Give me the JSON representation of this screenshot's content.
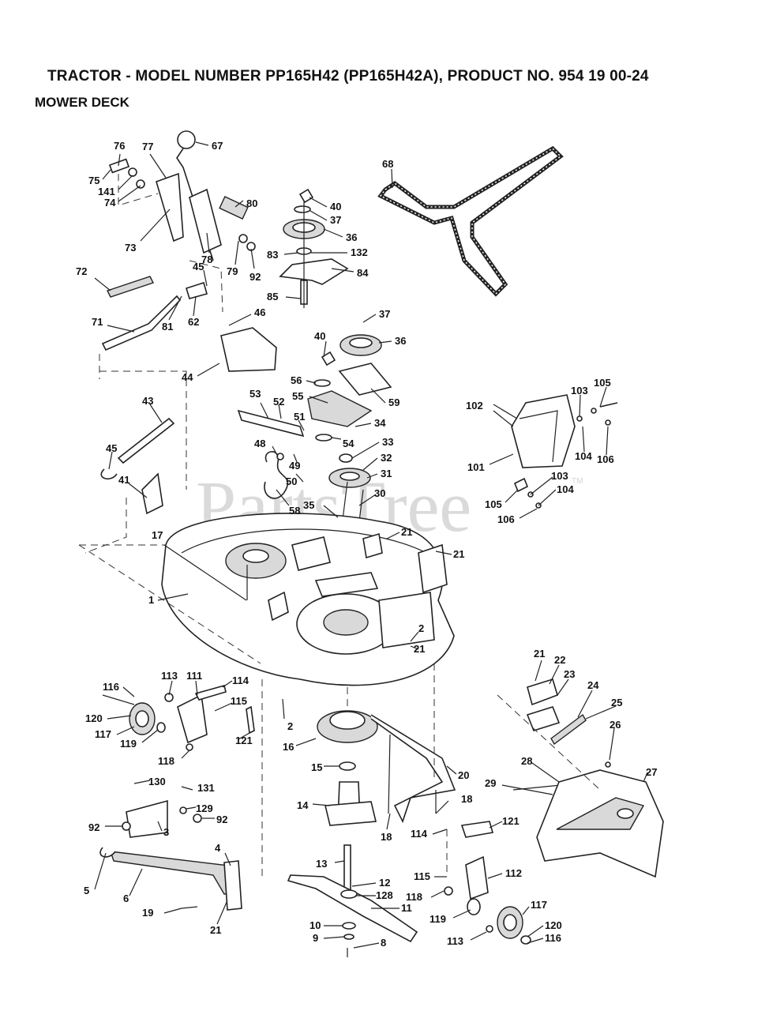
{
  "header": {
    "title": "TRACTOR - MODEL NUMBER PP165H42 (PP165H42A), PRODUCT NO. 954 19 00-24",
    "subtitle": "MOWER DECK"
  },
  "watermark": {
    "text": "PartsTree",
    "tm": "TM"
  },
  "callouts": [
    {
      "id": "c76",
      "text": "76"
    },
    {
      "id": "c77",
      "text": "77"
    },
    {
      "id": "c67",
      "text": "67"
    },
    {
      "id": "c75",
      "text": "75"
    },
    {
      "id": "c141",
      "text": "141"
    },
    {
      "id": "c74",
      "text": "74"
    },
    {
      "id": "c73",
      "text": "73"
    },
    {
      "id": "c78",
      "text": "78"
    },
    {
      "id": "c79",
      "text": "79"
    },
    {
      "id": "c80",
      "text": "80"
    },
    {
      "id": "c92a",
      "text": "92"
    },
    {
      "id": "c45a",
      "text": "45"
    },
    {
      "id": "c72",
      "text": "72"
    },
    {
      "id": "c81",
      "text": "81"
    },
    {
      "id": "c62",
      "text": "62"
    },
    {
      "id": "c71",
      "text": "71"
    },
    {
      "id": "c40a",
      "text": "40"
    },
    {
      "id": "c37a",
      "text": "37"
    },
    {
      "id": "c36a",
      "text": "36"
    },
    {
      "id": "c83",
      "text": "83"
    },
    {
      "id": "c132",
      "text": "132"
    },
    {
      "id": "c84",
      "text": "84"
    },
    {
      "id": "c85",
      "text": "85"
    },
    {
      "id": "c68",
      "text": "68"
    },
    {
      "id": "c46",
      "text": "46"
    },
    {
      "id": "c40b",
      "text": "40"
    },
    {
      "id": "c37b",
      "text": "37"
    },
    {
      "id": "c36b",
      "text": "36"
    },
    {
      "id": "c44",
      "text": "44"
    },
    {
      "id": "c56",
      "text": "56"
    },
    {
      "id": "c55",
      "text": "55"
    },
    {
      "id": "c59",
      "text": "59"
    },
    {
      "id": "c53",
      "text": "53"
    },
    {
      "id": "c52",
      "text": "52"
    },
    {
      "id": "c51",
      "text": "51"
    },
    {
      "id": "c34",
      "text": "34"
    },
    {
      "id": "c54",
      "text": "54"
    },
    {
      "id": "c33",
      "text": "33"
    },
    {
      "id": "c48",
      "text": "48"
    },
    {
      "id": "c49",
      "text": "49"
    },
    {
      "id": "c50",
      "text": "50"
    },
    {
      "id": "c32",
      "text": "32"
    },
    {
      "id": "c31",
      "text": "31"
    },
    {
      "id": "c43",
      "text": "43"
    },
    {
      "id": "c45b",
      "text": "45"
    },
    {
      "id": "c41",
      "text": "41"
    },
    {
      "id": "c58",
      "text": "58"
    },
    {
      "id": "c35",
      "text": "35"
    },
    {
      "id": "c30",
      "text": "30"
    },
    {
      "id": "c102",
      "text": "102"
    },
    {
      "id": "c103a",
      "text": "103"
    },
    {
      "id": "c105a",
      "text": "105"
    },
    {
      "id": "c101",
      "text": "101"
    },
    {
      "id": "c104a",
      "text": "104"
    },
    {
      "id": "c106a",
      "text": "106"
    },
    {
      "id": "c103b",
      "text": "103"
    },
    {
      "id": "c105b",
      "text": "105"
    },
    {
      "id": "c104b",
      "text": "104"
    },
    {
      "id": "c106b",
      "text": "106"
    },
    {
      "id": "c17",
      "text": "17"
    },
    {
      "id": "c21a",
      "text": "21"
    },
    {
      "id": "c21b",
      "text": "21"
    },
    {
      "id": "c1",
      "text": "1"
    },
    {
      "id": "c2a",
      "text": "2"
    },
    {
      "id": "c21c",
      "text": "21"
    },
    {
      "id": "c21d",
      "text": "21"
    },
    {
      "id": "c22",
      "text": "22"
    },
    {
      "id": "c23",
      "text": "23"
    },
    {
      "id": "c24",
      "text": "24"
    },
    {
      "id": "c25",
      "text": "25"
    },
    {
      "id": "c26",
      "text": "26"
    },
    {
      "id": "c116a",
      "text": "116"
    },
    {
      "id": "c113a",
      "text": "113"
    },
    {
      "id": "c111",
      "text": "111"
    },
    {
      "id": "c114a",
      "text": "114"
    },
    {
      "id": "c115a",
      "text": "115"
    },
    {
      "id": "c120a",
      "text": "120"
    },
    {
      "id": "c117a",
      "text": "117"
    },
    {
      "id": "c119a",
      "text": "119"
    },
    {
      "id": "c121a",
      "text": "121"
    },
    {
      "id": "c118a",
      "text": "118"
    },
    {
      "id": "c2b",
      "text": "2"
    },
    {
      "id": "c16",
      "text": "16"
    },
    {
      "id": "c15",
      "text": "15"
    },
    {
      "id": "c20",
      "text": "20"
    },
    {
      "id": "c28",
      "text": "28"
    },
    {
      "id": "c27",
      "text": "27"
    },
    {
      "id": "c29",
      "text": "29"
    },
    {
      "id": "c130",
      "text": "130"
    },
    {
      "id": "c131",
      "text": "131"
    },
    {
      "id": "c129",
      "text": "129"
    },
    {
      "id": "c92b",
      "text": "92"
    },
    {
      "id": "c92c",
      "text": "92"
    },
    {
      "id": "c3",
      "text": "3"
    },
    {
      "id": "c14",
      "text": "14"
    },
    {
      "id": "c18a",
      "text": "18"
    },
    {
      "id": "c18b",
      "text": "18"
    },
    {
      "id": "c114b",
      "text": "114"
    },
    {
      "id": "c121b",
      "text": "121"
    },
    {
      "id": "c4",
      "text": "4"
    },
    {
      "id": "c13",
      "text": "13"
    },
    {
      "id": "c5",
      "text": "5"
    },
    {
      "id": "c6",
      "text": "6"
    },
    {
      "id": "c12",
      "text": "12"
    },
    {
      "id": "c128",
      "text": "128"
    },
    {
      "id": "c115b",
      "text": "115"
    },
    {
      "id": "c112",
      "text": "112"
    },
    {
      "id": "c118b",
      "text": "118"
    },
    {
      "id": "c11",
      "text": "11"
    },
    {
      "id": "c117b",
      "text": "117"
    },
    {
      "id": "c19",
      "text": "19"
    },
    {
      "id": "c21e",
      "text": "21"
    },
    {
      "id": "c119b",
      "text": "119"
    },
    {
      "id": "c10",
      "text": "10"
    },
    {
      "id": "c9",
      "text": "9"
    },
    {
      "id": "c8",
      "text": "8"
    },
    {
      "id": "c113b",
      "text": "113"
    },
    {
      "id": "c120b",
      "text": "120"
    },
    {
      "id": "c116b",
      "text": "116"
    }
  ]
}
